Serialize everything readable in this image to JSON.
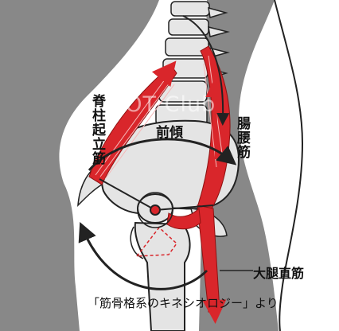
{
  "labels": {
    "erector_spinae": "脊柱起立筋",
    "anterior_tilt": "前傾",
    "iliopsoas": "腸腰筋",
    "rectus_femoris": "大腿直筋",
    "source": "「筋骨格系のキネシオロジー」より"
  },
  "watermark": "POT Club",
  "colors": {
    "skin": "#888888",
    "bone": "#e4e4e4",
    "muscle": "#d9262b",
    "outline": "#222222",
    "background": "#ffffff"
  }
}
